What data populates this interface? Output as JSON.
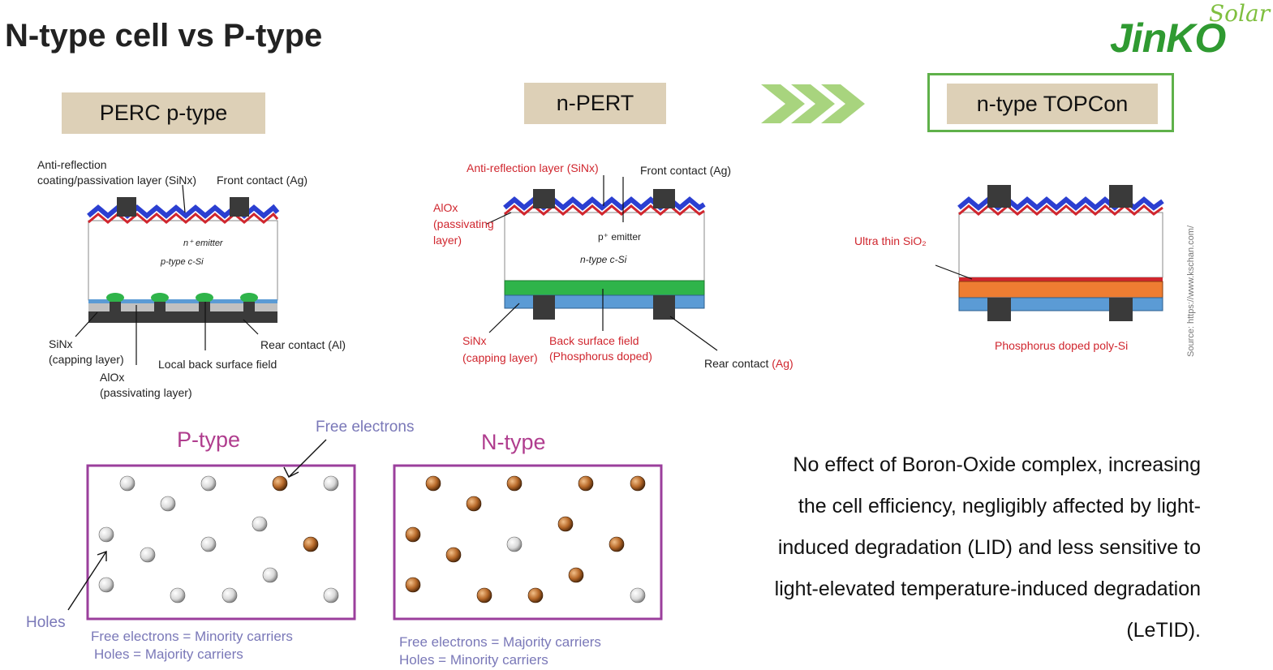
{
  "title": "N-type cell vs P-type",
  "logo": {
    "brand": "JinKO",
    "sub": "Solar",
    "color": "#2f9a31"
  },
  "tags": {
    "perc": "PERC p-type",
    "npert": "n-PERT",
    "topcon": "n-type TOPCon"
  },
  "perc": {
    "anti_reflection_1": "Anti-reflection",
    "anti_reflection_2": "coating/passivation layer (SiNx)",
    "front_contact": "Front contact (Ag)",
    "emitter": "n⁺ emitter",
    "bulk": "p-type c-Si",
    "sinx_1": "SiNx",
    "sinx_2": "(capping layer)",
    "alox_1": "AlOx",
    "alox_2": "(passivating layer)",
    "lbsf": "Local back surface field",
    "rear_contact": "Rear contact (Al)"
  },
  "npert": {
    "anti_reflection": "Anti-reflection layer (SiNx)",
    "front_contact": "Front contact (Ag)",
    "alox_1": "AlOx",
    "alox_2": "(passivating",
    "alox_3": "layer)",
    "emitter": "p⁺ emitter",
    "bulk": "n-type  c-Si",
    "sinx_1": "SiNx",
    "sinx_2": "(capping layer)",
    "bsf_1": "Back surface field",
    "bsf_2": "(Phosphorus doped)",
    "rear_contact": "Rear contact",
    "rear_contact_ag": "(Ag)"
  },
  "topcon": {
    "sio2": "Ultra thin SiO₂",
    "poly": "Phosphorus doped poly-Si",
    "source": "Source: https://www.kschan.com/"
  },
  "carriers": {
    "p_title": "P-type",
    "n_title": "N-type",
    "free_electrons": "Free electrons",
    "holes": "Holes",
    "p_note_1": "Free electrons = Minority carriers",
    "p_note_2": "Holes = Majority carriers",
    "n_note_1": "Free electrons = Majority carriers",
    "n_note_2": "Holes = Minority carriers"
  },
  "description": [
    "No  effect of Boron-Oxide complex,  increasing",
    "the cell efficiency, negligibly affected by light-",
    "induced degradation (LID) and less sensitive to",
    "light-elevated temperature-induced degradation",
    "(LeTID)."
  ],
  "colors": {
    "tag_bg": "#ddd0b7",
    "green_frame": "#5fb14a",
    "arrow": "#a8d47e",
    "sinx_blue": "#2b3fd1",
    "red_layer": "#d0262e",
    "bsf_green": "#2fb44a",
    "rear_blue": "#5b9bd5",
    "poly_orange": "#ee7d32",
    "contact": "#3a3a3a",
    "box_purple": "#9b3f9c",
    "electron": "#b86a2a"
  }
}
